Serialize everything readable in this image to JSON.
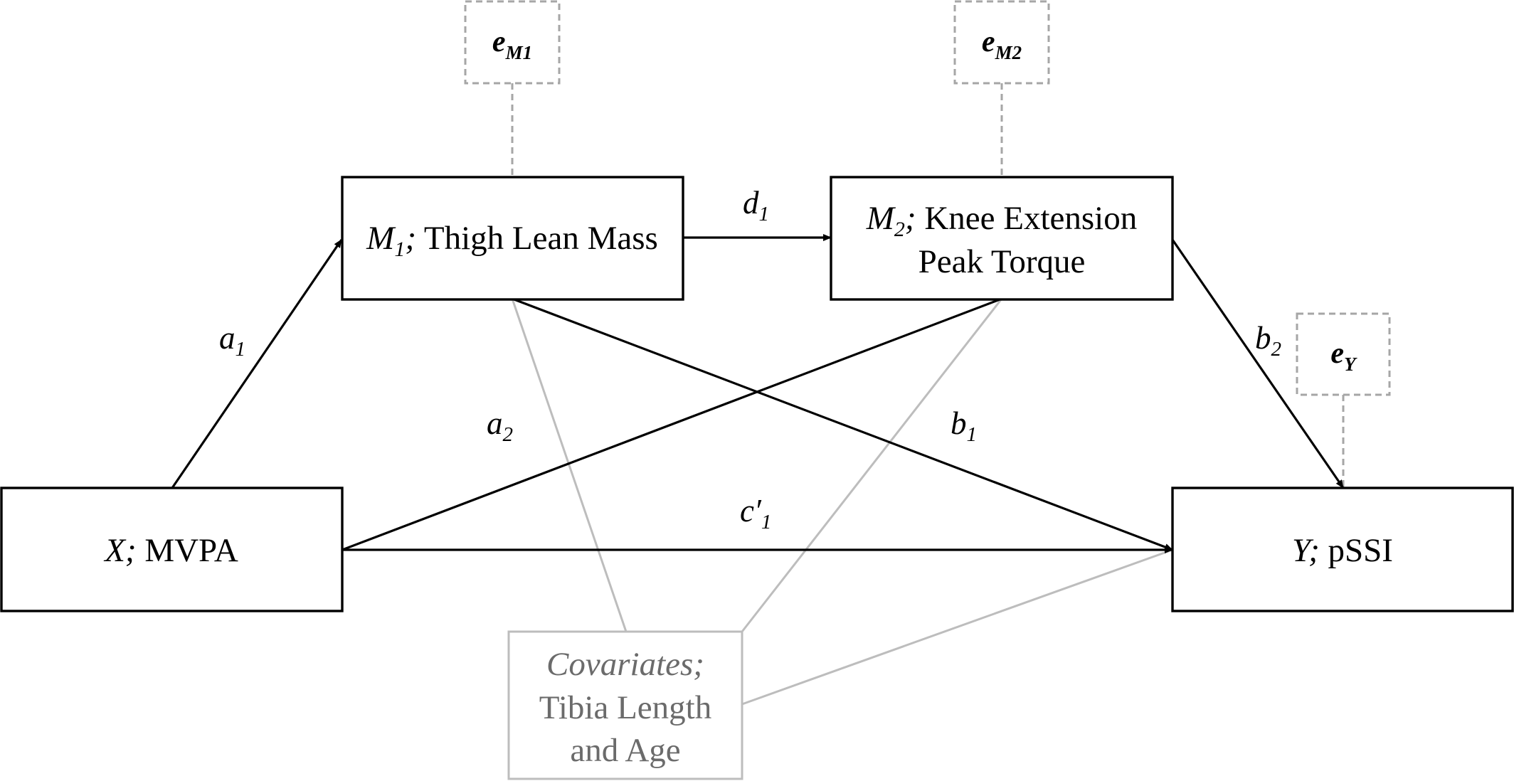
{
  "nodes": {
    "x": {
      "symbol": "X;",
      "label": " MVPA"
    },
    "m1": {
      "symbol": "M",
      "sub": "1",
      "sep": ";",
      "label": " Thigh Lean Mass"
    },
    "m2": {
      "symbol": "M",
      "sub": "2",
      "sep": ";",
      "label_line1": " Knee Extension",
      "label_line2": "Peak Torque"
    },
    "y": {
      "symbol": "Y;",
      "label": " pSSI"
    },
    "covariates": {
      "title": "Covariates;",
      "line2": "Tibia Length",
      "line3": "and Age"
    }
  },
  "errors": {
    "em1": {
      "base": "e",
      "sub": "M1"
    },
    "em2": {
      "base": "e",
      "sub": "M2"
    },
    "ey": {
      "base": "e",
      "sub": "Y"
    }
  },
  "paths": {
    "a1": {
      "base": "a",
      "sub": "1"
    },
    "a2": {
      "base": "a",
      "sub": "2"
    },
    "d1": {
      "base": "d",
      "sub": "1"
    },
    "b1": {
      "base": "b",
      "sub": "1"
    },
    "b2": {
      "base": "b",
      "sub": "2"
    },
    "c1": {
      "base": "c′",
      "sub": "1"
    }
  }
}
